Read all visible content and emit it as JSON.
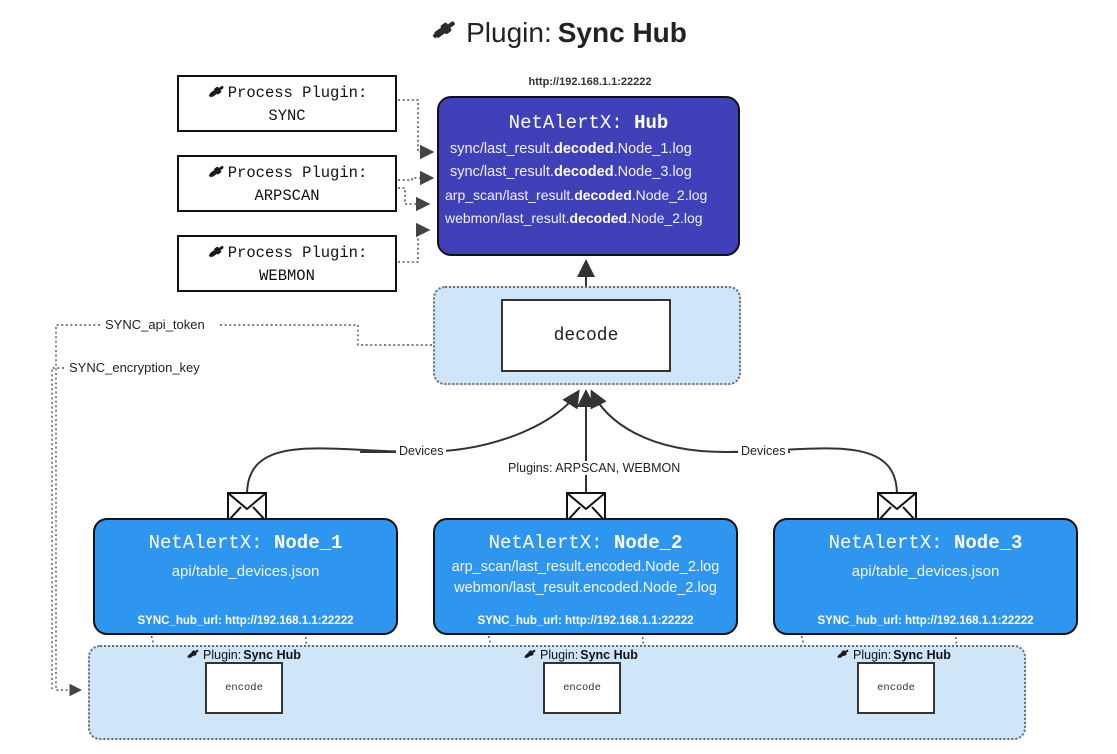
{
  "title": {
    "icon": "plug-icon",
    "prefix": "Plugin:",
    "name": "Sync Hub"
  },
  "process_plugins": [
    {
      "line1": "Process Plugin:",
      "line2": "SYNC",
      "icon": "plug-icon"
    },
    {
      "line1": "Process Plugin:",
      "line2": "ARPSCAN",
      "icon": "plug-icon"
    },
    {
      "line1": "Process Plugin:",
      "line2": "WEBMON",
      "icon": "plug-icon"
    }
  ],
  "hub": {
    "url": "http://192.168.1.1:22222",
    "title_prefix": "NetAlertX:",
    "title_name": "Hub",
    "log_lines": [
      {
        "pre": "sync/last_result.",
        "mid": "decoded",
        "post": ".Node_1.log"
      },
      {
        "pre": "sync/last_result.",
        "mid": "decoded",
        "post": ".Node_3.log"
      },
      {
        "pre": "arp_scan/last_result.",
        "mid": "decoded",
        "post": ".Node_2.log"
      },
      {
        "pre": "webmon/last_result.",
        "mid": "decoded",
        "post": ".Node_2.log"
      }
    ]
  },
  "decode": {
    "label": "decode"
  },
  "tokens": [
    {
      "label": "SYNC_api_token"
    },
    {
      "label": "SYNC_encryption_key"
    }
  ],
  "edge_labels": {
    "left_devices": "Devices",
    "right_devices": "Devices",
    "center_plugins": "Plugins: ARPSCAN, WEBMON"
  },
  "nodes": [
    {
      "title_prefix": "NetAlertX:",
      "title_name": "Node_1",
      "lines": [
        "api/table_devices.json"
      ],
      "footer": "SYNC_hub_url: http://192.168.1.1:22222",
      "envelope": "envelope-icon"
    },
    {
      "title_prefix": "NetAlertX:",
      "title_name": "Node_2",
      "lines": [
        "arp_scan/last_result.encoded.Node_2.log",
        "webmon/last_result.encoded.Node_2.log"
      ],
      "footer": "SYNC_hub_url: http://192.168.1.1:22222",
      "envelope": "envelope-icon"
    },
    {
      "title_prefix": "NetAlertX:",
      "title_name": "Node_3",
      "lines": [
        "api/table_devices.json"
      ],
      "footer": "SYNC_hub_url: http://192.168.1.1:22222",
      "envelope": "envelope-icon"
    }
  ],
  "encoders": [
    {
      "plugin_prefix": "Plugin:",
      "plugin_name": "Sync Hub",
      "label": "encode"
    },
    {
      "plugin_prefix": "Plugin:",
      "plugin_name": "Sync Hub",
      "label": "encode"
    },
    {
      "plugin_prefix": "Plugin:",
      "plugin_name": "Sync Hub",
      "label": "encode"
    }
  ],
  "colors": {
    "hub_fill": "#4040b8",
    "node_fill": "#2f96f0",
    "container_fill": "#cfe6f9",
    "stroke": "#111111"
  }
}
